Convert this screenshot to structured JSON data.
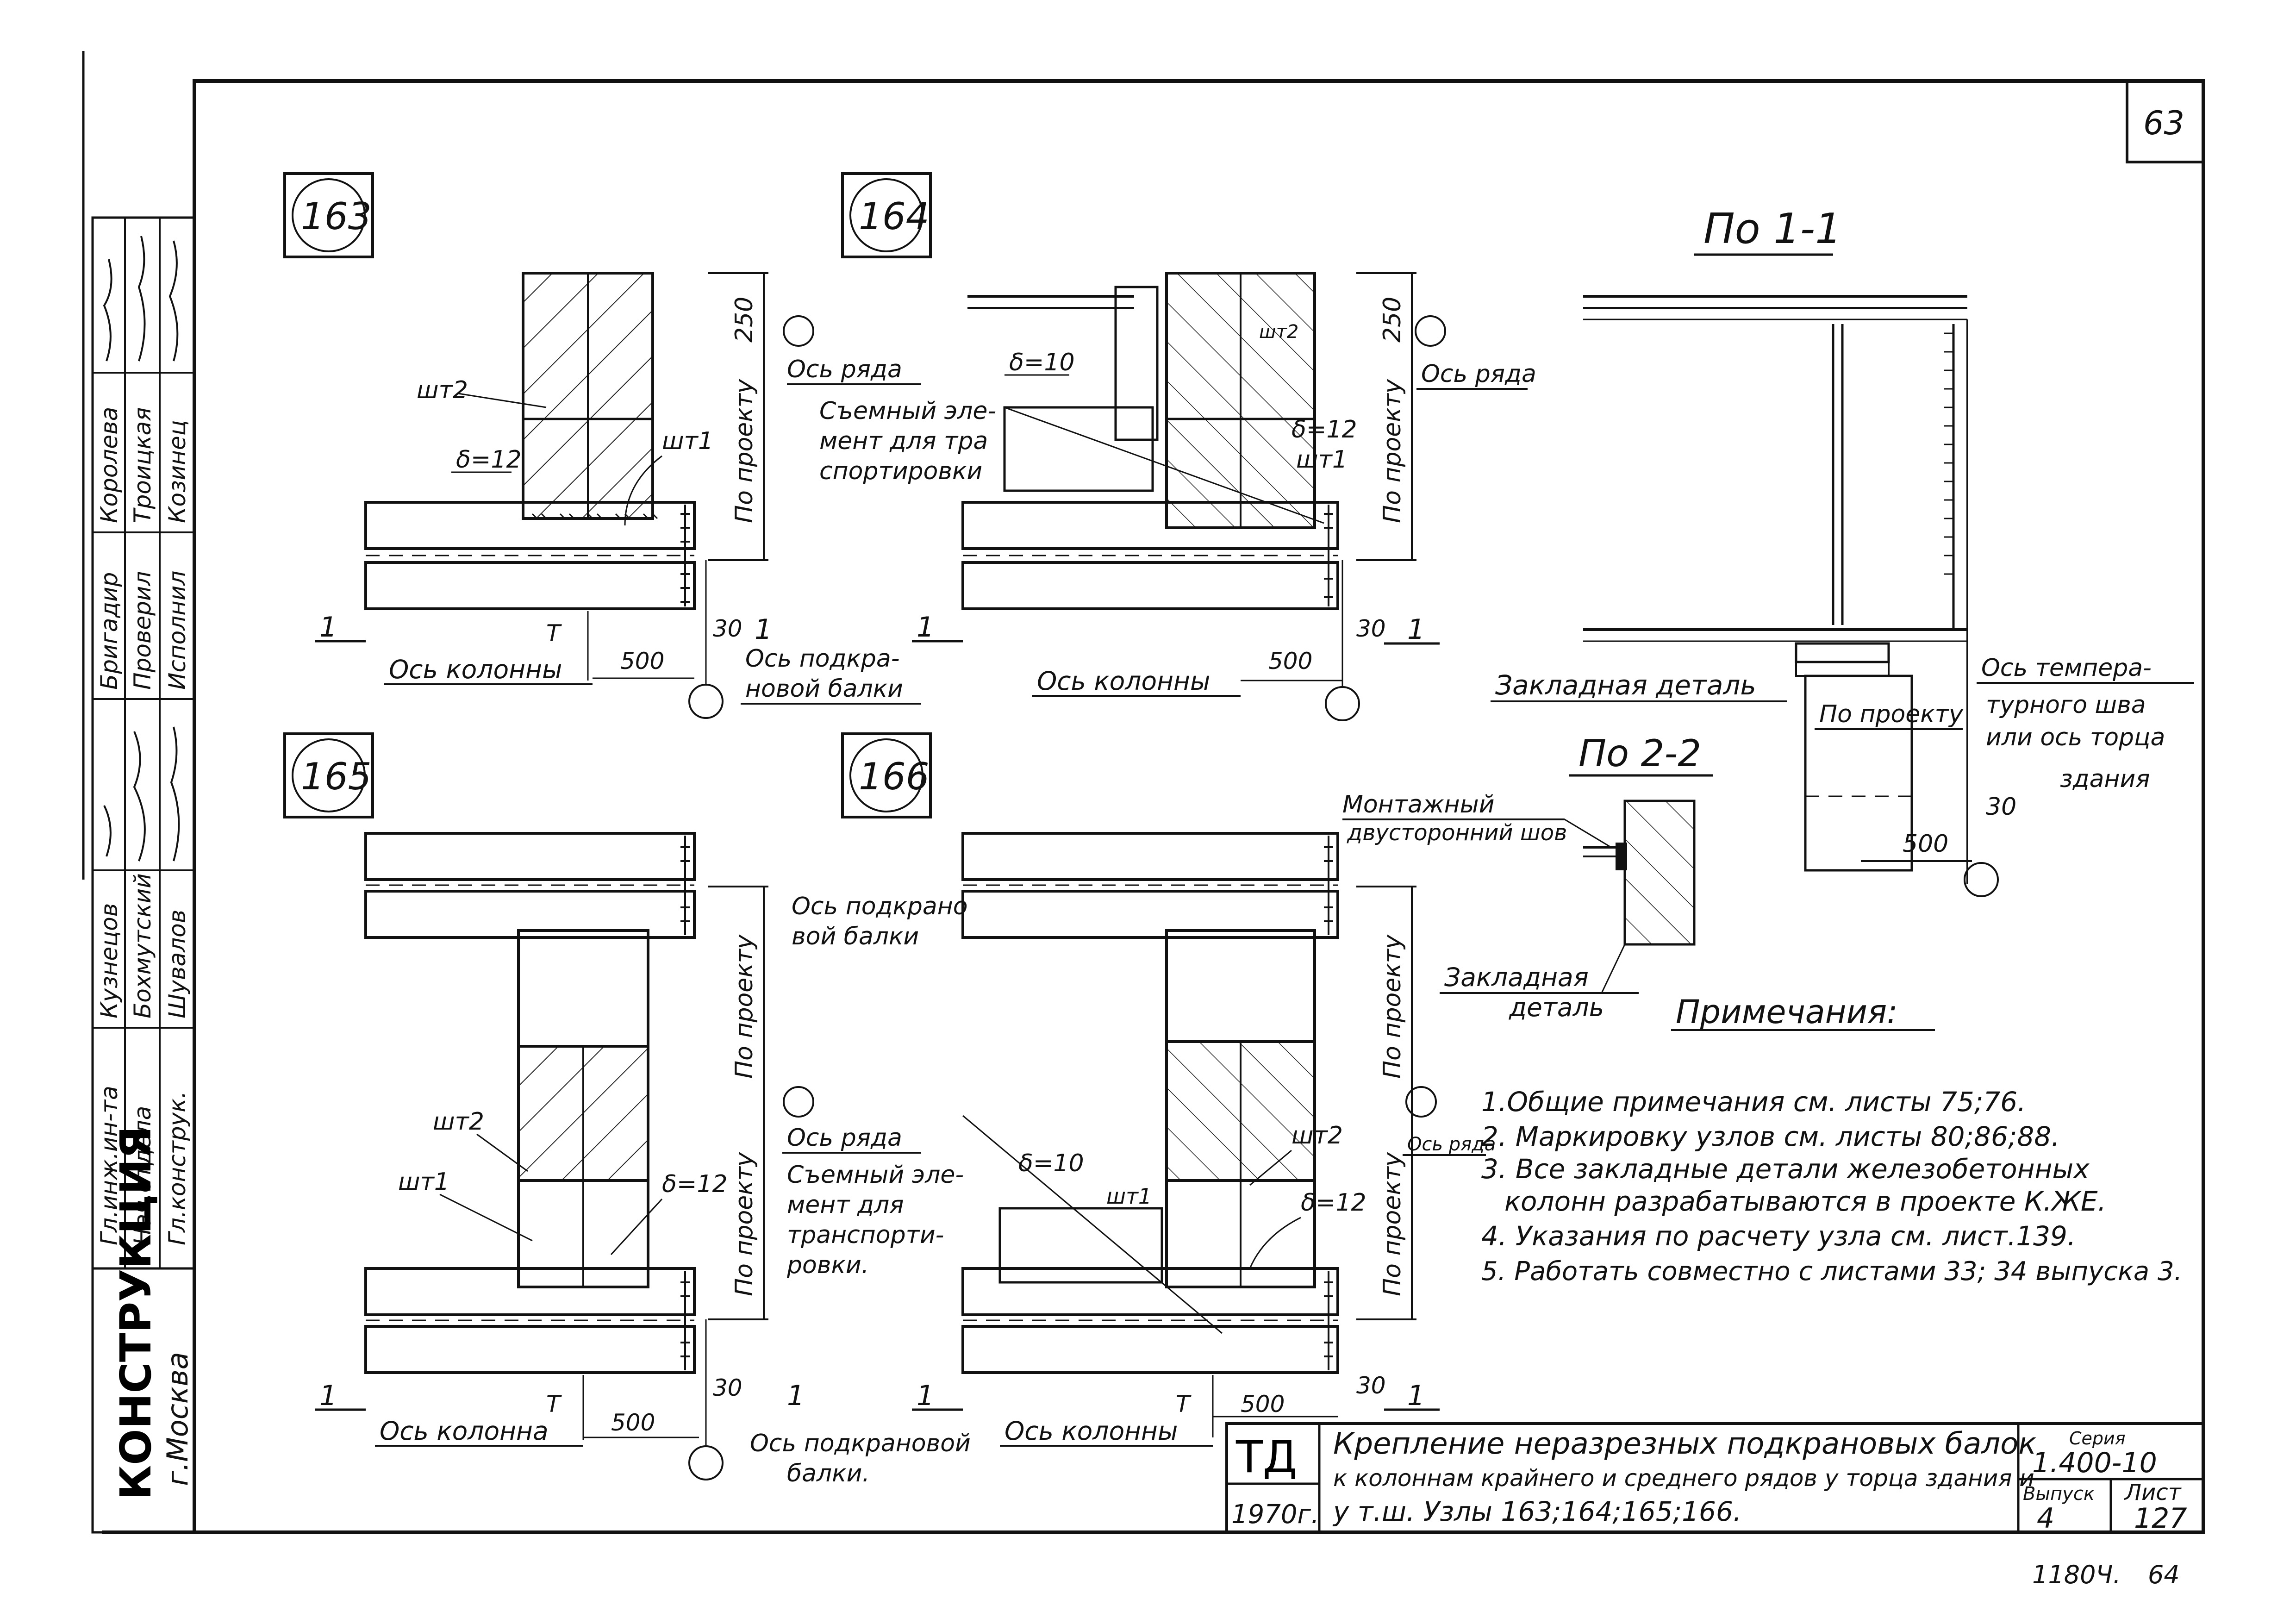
{
  "sheet": {
    "page_number": "63",
    "footer_note_left": "1180Ч.",
    "footer_note_right": "64"
  },
  "organization": {
    "name": "КОНСТРУКЦИЯ",
    "city": "г.Москва"
  },
  "signatures": {
    "roles": [
      "Гл.инж.ин-та",
      "Нач.отдела",
      "Гл.конструк.",
      "Бригадир",
      "Проверил",
      "Исполнил"
    ],
    "names": [
      "Кузнецов",
      "Бохмутский",
      "Шувалов",
      "Королева",
      "Троицкая",
      "Козинец"
    ]
  },
  "nodes": {
    "n163": {
      "number": "163",
      "labels": {
        "sht2": "шт2",
        "sht1": "шт1",
        "delta": "δ=12",
        "axis_row": "Ось ряда",
        "by_project": "По проекту",
        "dim_250": "250",
        "dim_500": "500",
        "dim_30": "30",
        "axis_column": "Ось колонны",
        "t_mark": "T",
        "section": "1",
        "axis_beam_1": "Ось подкра-",
        "axis_beam_2": "новой балки"
      }
    },
    "n164": {
      "number": "164",
      "labels": {
        "axis_row": "Ось ряда",
        "removable_1": "Съемный эле-",
        "removable_2": "мент для тра",
        "removable_3": "спортировки",
        "delta10": "δ=10",
        "delta12": "δ=12",
        "sht2": "шт2",
        "sht1": "шт1",
        "by_project": "По проекту",
        "dim_250": "250",
        "dim_500": "500",
        "dim_30": "30",
        "axis_column": "Ось колонны",
        "section": "1"
      }
    },
    "n165": {
      "number": "165",
      "labels": {
        "sht2": "шт2",
        "sht1": "шт1",
        "delta": "δ=12",
        "by_project_top": "По проекту",
        "by_project_bottom": "По проекту",
        "axis_beam_top_1": "Ось подкрано",
        "axis_beam_top_2": "вой балки",
        "axis_row": "Ось ряда",
        "removable_1": "Съемный эле-",
        "removable_2": "мент для",
        "removable_3": "транспорти-",
        "removable_4": "ровки.",
        "dim_500": "500",
        "dim_30": "30",
        "axis_column": "Ось колонна",
        "t_mark": "T",
        "section": "1",
        "axis_beam_bottom_1": "Ось подкрановой",
        "axis_beam_bottom_2": "балки."
      }
    },
    "n166": {
      "number": "166",
      "labels": {
        "delta10": "δ=10",
        "sht1": "шт1",
        "sht2": "шт2",
        "delta12": "δ=12",
        "by_project_top": "По проекту",
        "by_project_bottom": "По проекту",
        "axis_row": "Ось ряда",
        "dim_500": "500",
        "dim_30": "30",
        "axis_column": "Ось колонны",
        "t_mark": "T",
        "section": "1"
      }
    }
  },
  "section_1_1": {
    "title": "По 1-1",
    "embedded_part": "Закладная деталь",
    "by_project": "По проекту",
    "axis_1": "Ось темпера-",
    "axis_2": "турного шва",
    "axis_3": "или ось торца",
    "axis_4": "здания",
    "dim_30": "30",
    "dim_500": "500"
  },
  "section_2_2": {
    "title": "По 2-2",
    "weld_1": "Монтажный",
    "weld_2": "двусторонний шов",
    "embedded_1": "Закладная",
    "embedded_2": "деталь"
  },
  "notes": {
    "heading": "Примечания:",
    "items": [
      "1.Общие примечания см. листы 75;76.",
      "2. Маркировку узлов см. листы 80;86;88.",
      "3. Все закладные детали железобетонных",
      "колонн разрабатываются в проекте К.ЖЕ.",
      "4. Указания по расчету узла см. лист.139.",
      "5. Работать совместно с листами 33; 34 выпуска 3."
    ]
  },
  "title_block": {
    "logo": "ТД",
    "year": "1970г.",
    "title_line1": "Крепление неразрезных подкрановых балок",
    "title_line2": "к колоннам крайнего и среднего рядов у торца здания и",
    "title_line3": "у т.ш. Узлы 163;164;165;166.",
    "series_label": "Серия",
    "series_value": "1.400-10",
    "issue_label": "Выпуск",
    "issue_value": "4",
    "sheet_label": "Лист",
    "sheet_value": "127"
  }
}
